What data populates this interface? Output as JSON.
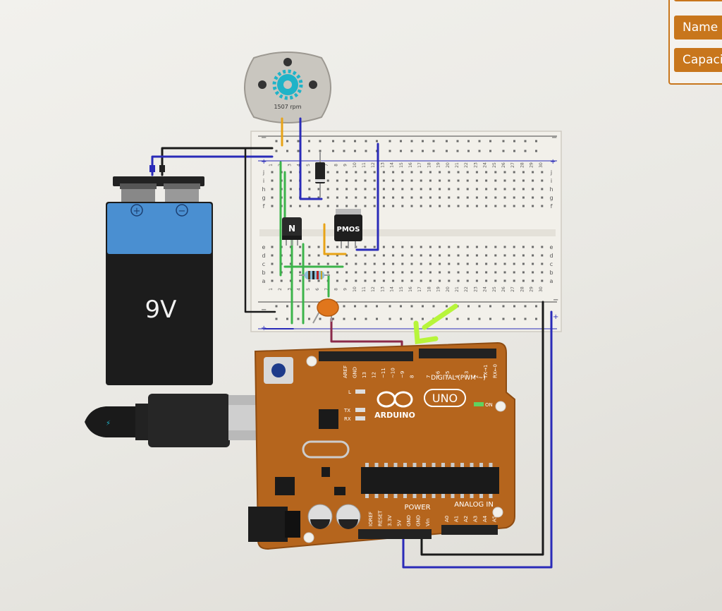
{
  "properties_panel": {
    "name_label": "Name",
    "capacitance_label": "Capaci"
  },
  "motor": {
    "speed_label": "1507 rpm"
  },
  "battery": {
    "voltage_label": "9V",
    "plus_symbol": "+",
    "minus_symbol": "−"
  },
  "components": {
    "nmos_label": "N",
    "pmos_label": "PMOS"
  },
  "breadboard": {
    "column_numbers": [
      "1",
      "2",
      "3",
      "4",
      "5",
      "6",
      "7",
      "8",
      "9",
      "10",
      "11",
      "12",
      "13",
      "14",
      "15",
      "16",
      "17",
      "18",
      "19",
      "20",
      "21",
      "22",
      "23",
      "24",
      "25",
      "26",
      "27",
      "28",
      "29",
      "30"
    ],
    "row_letters_top": [
      "j",
      "i",
      "h",
      "g",
      "f"
    ],
    "row_letters_bottom": [
      "e",
      "d",
      "c",
      "b",
      "a"
    ],
    "rail_plus": "+",
    "rail_minus": "−"
  },
  "arduino": {
    "brand": "ARDUINO",
    "model": "UNO",
    "digital_label": "DIGITAL (PWM ~)",
    "power_label": "POWER",
    "analog_label": "ANALOG IN",
    "on_label": "ON",
    "l_label": "L",
    "tx_label": "TX",
    "rx_label": "RX",
    "digital_pins": [
      "AREF",
      "GND",
      "13",
      "12",
      "~11",
      "~10",
      "~9",
      "8",
      "7",
      "~6",
      "~5",
      "4",
      "~3",
      "2",
      "TX→1",
      "RX←0"
    ],
    "power_pins": [
      "IOREF",
      "RESET",
      "3.3V",
      "5V",
      "GND",
      "GND",
      "Vin"
    ],
    "analog_pins": [
      "A0",
      "A1",
      "A2",
      "A3",
      "A4",
      "A5"
    ]
  },
  "colors": {
    "arduino_board": "#b5651d",
    "breadboard": "#f2f0ea",
    "wire_blue": "#2a2bb8",
    "wire_black": "#1a1a1a",
    "wire_green": "#3cb44b",
    "wire_orange": "#e8a317",
    "wire_maroon": "#8b2a4a",
    "highlight_arrow": "#b7f53a",
    "battery_blue": "#4a8fd1"
  }
}
